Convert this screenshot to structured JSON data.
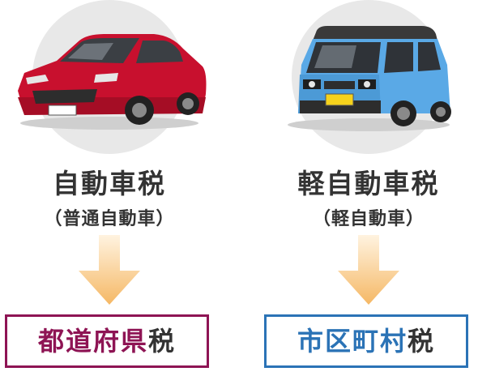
{
  "left": {
    "title": "自動車税",
    "subtitle": "（普通自動車）",
    "box_main": "都道府県",
    "box_suffix": "税",
    "box_color": "#8e1454",
    "car_icon": "red-sedan-icon",
    "car_color": "#c8102e"
  },
  "right": {
    "title": "軽自動車税",
    "subtitle": "（軽自動車）",
    "box_main": "市区町村",
    "box_suffix": "税",
    "box_color": "#2b73b6",
    "car_icon": "blue-kei-car-icon",
    "car_color": "#5aa9e6"
  },
  "arrow_color": "#f5b865"
}
